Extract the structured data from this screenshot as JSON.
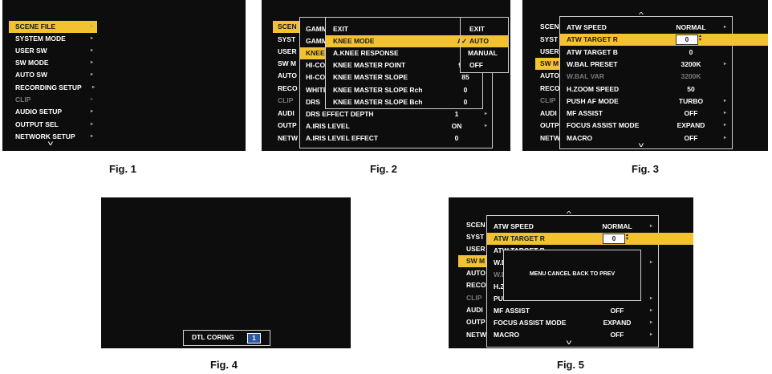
{
  "figures": [
    "Fig. 1",
    "Fig. 2",
    "Fig. 3",
    "Fig. 4",
    "Fig. 5"
  ],
  "fig1": {
    "items": [
      "SCENE FILE",
      "SYSTEM MODE",
      "USER SW",
      "SW MODE",
      "AUTO SW",
      "RECORDING SETUP",
      "CLIP",
      "AUDIO SETUP",
      "OUTPUT SEL",
      "NETWORK SETUP"
    ]
  },
  "fig2": {
    "back_items": [
      "SCEN",
      "SYST",
      "USER",
      "SW M",
      "AUTO",
      "RECO",
      "CLIP",
      "AUDI",
      "OUTP",
      "NETW"
    ],
    "mid_items": [
      "GAMM",
      "GAMM",
      "KNEE",
      "HI-CO",
      "HI-CO",
      "WHITE",
      "DRS"
    ],
    "full_rows": [
      {
        "label": "DRS EFFECT DEPTH",
        "value": "1"
      },
      {
        "label": "A.IRIS LEVEL",
        "value": "ON"
      },
      {
        "label": "A.IRIS LEVEL EFFECT",
        "value": "0"
      }
    ],
    "front_rows": [
      {
        "label": "EXIT",
        "value": ""
      },
      {
        "label": "KNEE MODE",
        "value": "AU"
      },
      {
        "label": "A.KNEE RESPONSE",
        "value": ""
      },
      {
        "label": "KNEE MASTER POINT",
        "value": "93"
      },
      {
        "label": "KNEE MASTER SLOPE",
        "value": "85"
      },
      {
        "label": "KNEE MASTER SLOPE  Rch",
        "value": "0"
      },
      {
        "label": "KNEE MASTER SLOPE  Bch",
        "value": "0"
      }
    ],
    "options": [
      {
        "label": "EXIT",
        "check": ""
      },
      {
        "label": "AUTO",
        "check": "✓"
      },
      {
        "label": "MANUAL",
        "check": ""
      },
      {
        "label": "OFF",
        "check": ""
      }
    ]
  },
  "fig3": {
    "back_items": [
      "SCEN",
      "SYST",
      "USER",
      "SW M",
      "AUTO",
      "RECO",
      "CLIP",
      "AUDI",
      "OUTP",
      "NETW"
    ],
    "rows": [
      {
        "label": "ATW SPEED",
        "value": "NORMAL"
      },
      {
        "label": "ATW TARGET R",
        "value": "0"
      },
      {
        "label": "ATW TARGET B",
        "value": "0"
      },
      {
        "label": "W.BAL PRESET",
        "value": "3200K"
      },
      {
        "label": "W.BAL VAR",
        "value": "3200K"
      },
      {
        "label": "H.ZOOM SPEED",
        "value": "50"
      },
      {
        "label": "PUSH AF MODE",
        "value": "TURBO"
      },
      {
        "label": "MF ASSIST",
        "value": "OFF"
      },
      {
        "label": "FOCUS ASSIST MODE",
        "value": "EXPAND"
      },
      {
        "label": "MACRO",
        "value": "OFF"
      }
    ]
  },
  "fig4": {
    "label": "DTL CORING",
    "value": "1"
  },
  "fig5": {
    "back_items": [
      "SCEN",
      "SYST",
      "USER",
      "SW M",
      "AUTO",
      "RECO",
      "CLIP",
      "AUDI",
      "OUTP",
      "NETW"
    ],
    "rows": [
      {
        "label": "ATW SPEED",
        "value": "NORMAL"
      },
      {
        "label": "ATW TARGET R",
        "value": "0"
      },
      {
        "label": "ATW TARGET B",
        "value": ""
      },
      {
        "label": "W.B",
        "value": ""
      },
      {
        "label": "W.B",
        "value": ""
      },
      {
        "label": "H.ZO",
        "value": ""
      },
      {
        "label": "PUSH AF MODE",
        "value": "TURBO"
      },
      {
        "label": "MF ASSIST",
        "value": "OFF"
      },
      {
        "label": "FOCUS ASSIST MODE",
        "value": "EXPAND"
      },
      {
        "label": "MACRO",
        "value": "OFF"
      }
    ],
    "dialog": "MENU CANCEL BACK TO PREV"
  },
  "colors": {
    "highlight": "#f2c230",
    "screen": "#0d0d0d",
    "dim": "#7a7a7a"
  },
  "icons": {
    "arrow": "right-triangle-icon",
    "scroll_up": "chevron-up-icon",
    "scroll_down": "chevron-down-icon",
    "check": "check-icon",
    "spinner": "up-down-spinner-icon"
  }
}
